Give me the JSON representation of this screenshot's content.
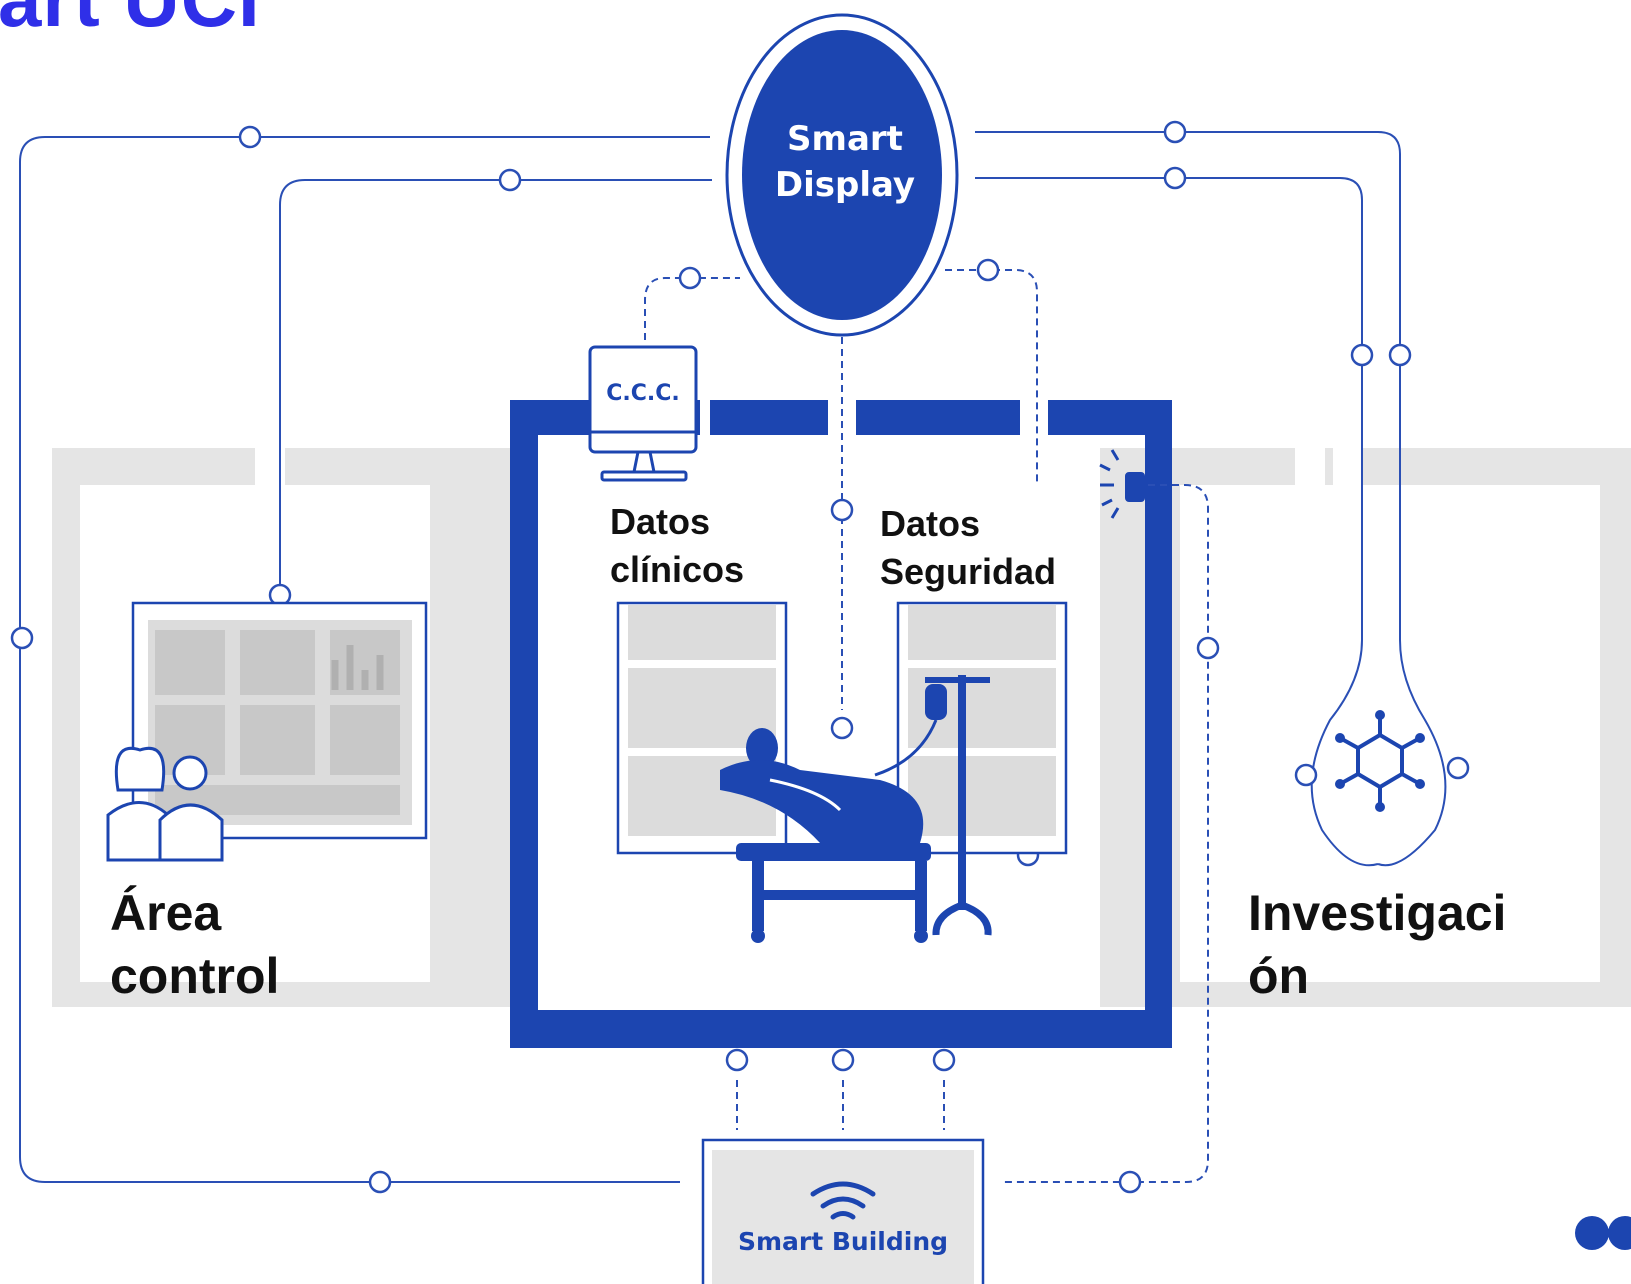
{
  "header": {
    "title": "art UCI"
  },
  "nodes": {
    "smart_display": {
      "line1": "Smart",
      "line2": "Display"
    },
    "ccc": {
      "label": "C.C.C."
    },
    "smart_building": {
      "label": "Smart Building"
    }
  },
  "areas": {
    "datos_clinicos": "Datos\nclínicos",
    "datos_seguridad": "Datos\nSeguridad",
    "area_control": "Área\ncontrol",
    "investigacion": "Investigaci\nón"
  },
  "colors": {
    "brand_blue": "#1c45b0",
    "title_blue": "#2f2fe8",
    "panel_grey": "#e5e5e5",
    "line_blue": "#2a4fb5"
  },
  "icons": [
    "monitor-icon",
    "doctors-icon",
    "patient-bed-icon",
    "iv-drip-icon",
    "alarm-light-icon",
    "molecule-icon",
    "wifi-icon",
    "dashboard-icon",
    "connector-icon"
  ]
}
